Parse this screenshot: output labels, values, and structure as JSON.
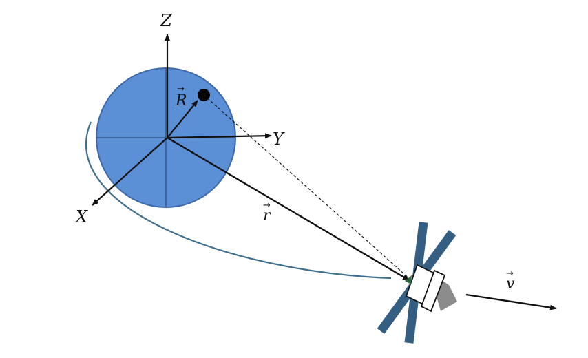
{
  "axes": {
    "z_label": "Z",
    "y_label": "Y",
    "x_label": "X"
  },
  "vectors": {
    "station_position": "R",
    "satellite_position": "r",
    "satellite_velocity": "v",
    "arrow_glyph": "→"
  },
  "colors": {
    "earth_fill": "#5b8fd6",
    "earth_stroke": "#3d67a8",
    "earth_grid": "#34588a",
    "orbit": "#3f6f8e",
    "solar_panel": "#345f82",
    "satellite_body": "#ffffff",
    "antenna_cone": "#8c8c8c",
    "thruster": "#2e6a3a",
    "vector": "#111111"
  }
}
